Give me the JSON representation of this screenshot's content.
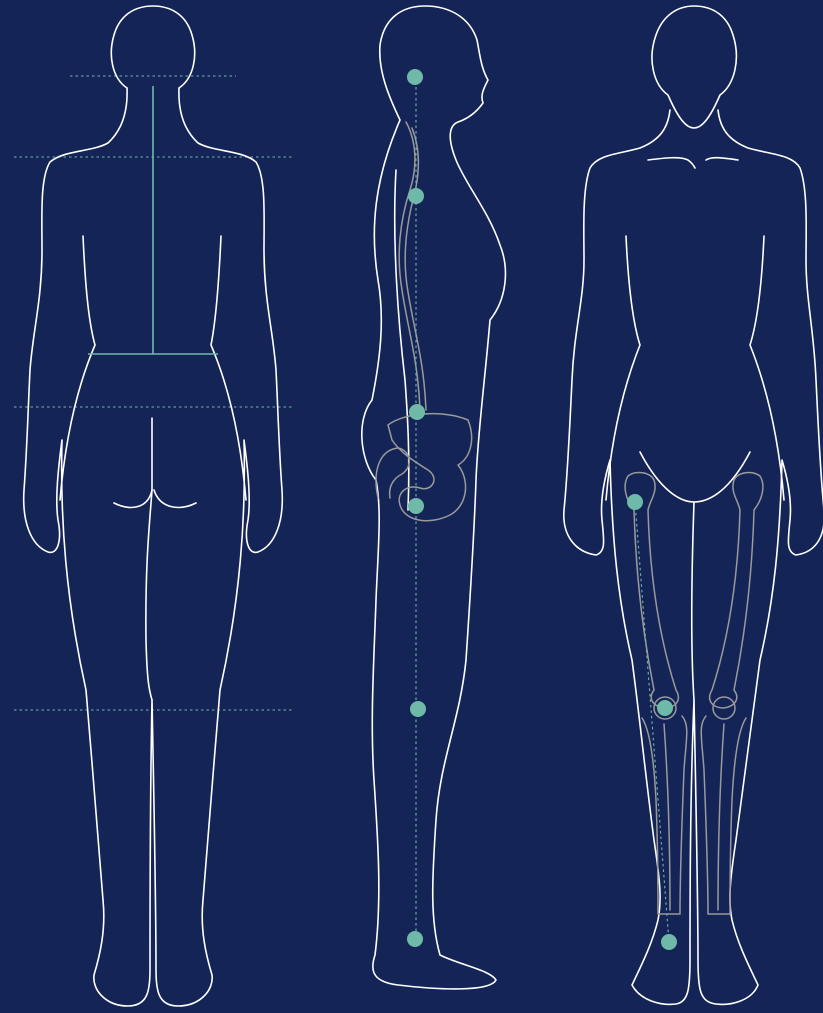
{
  "colors": {
    "background": "#142456",
    "outline": "#ffffff",
    "accent": "#6fb9a8",
    "bone": "#9a9a9a"
  },
  "figures": [
    {
      "id": "back",
      "view": "back",
      "icon": "female-figure-back-icon"
    },
    {
      "id": "side",
      "view": "side",
      "icon": "female-figure-side-icon",
      "skeleton": "spine-pelvis-icon"
    },
    {
      "id": "front",
      "view": "front",
      "icon": "female-figure-front-icon",
      "skeleton": "leg-bones-icon"
    }
  ],
  "markers": {
    "side_alignment_points": 6,
    "front_leg_points": 3
  }
}
